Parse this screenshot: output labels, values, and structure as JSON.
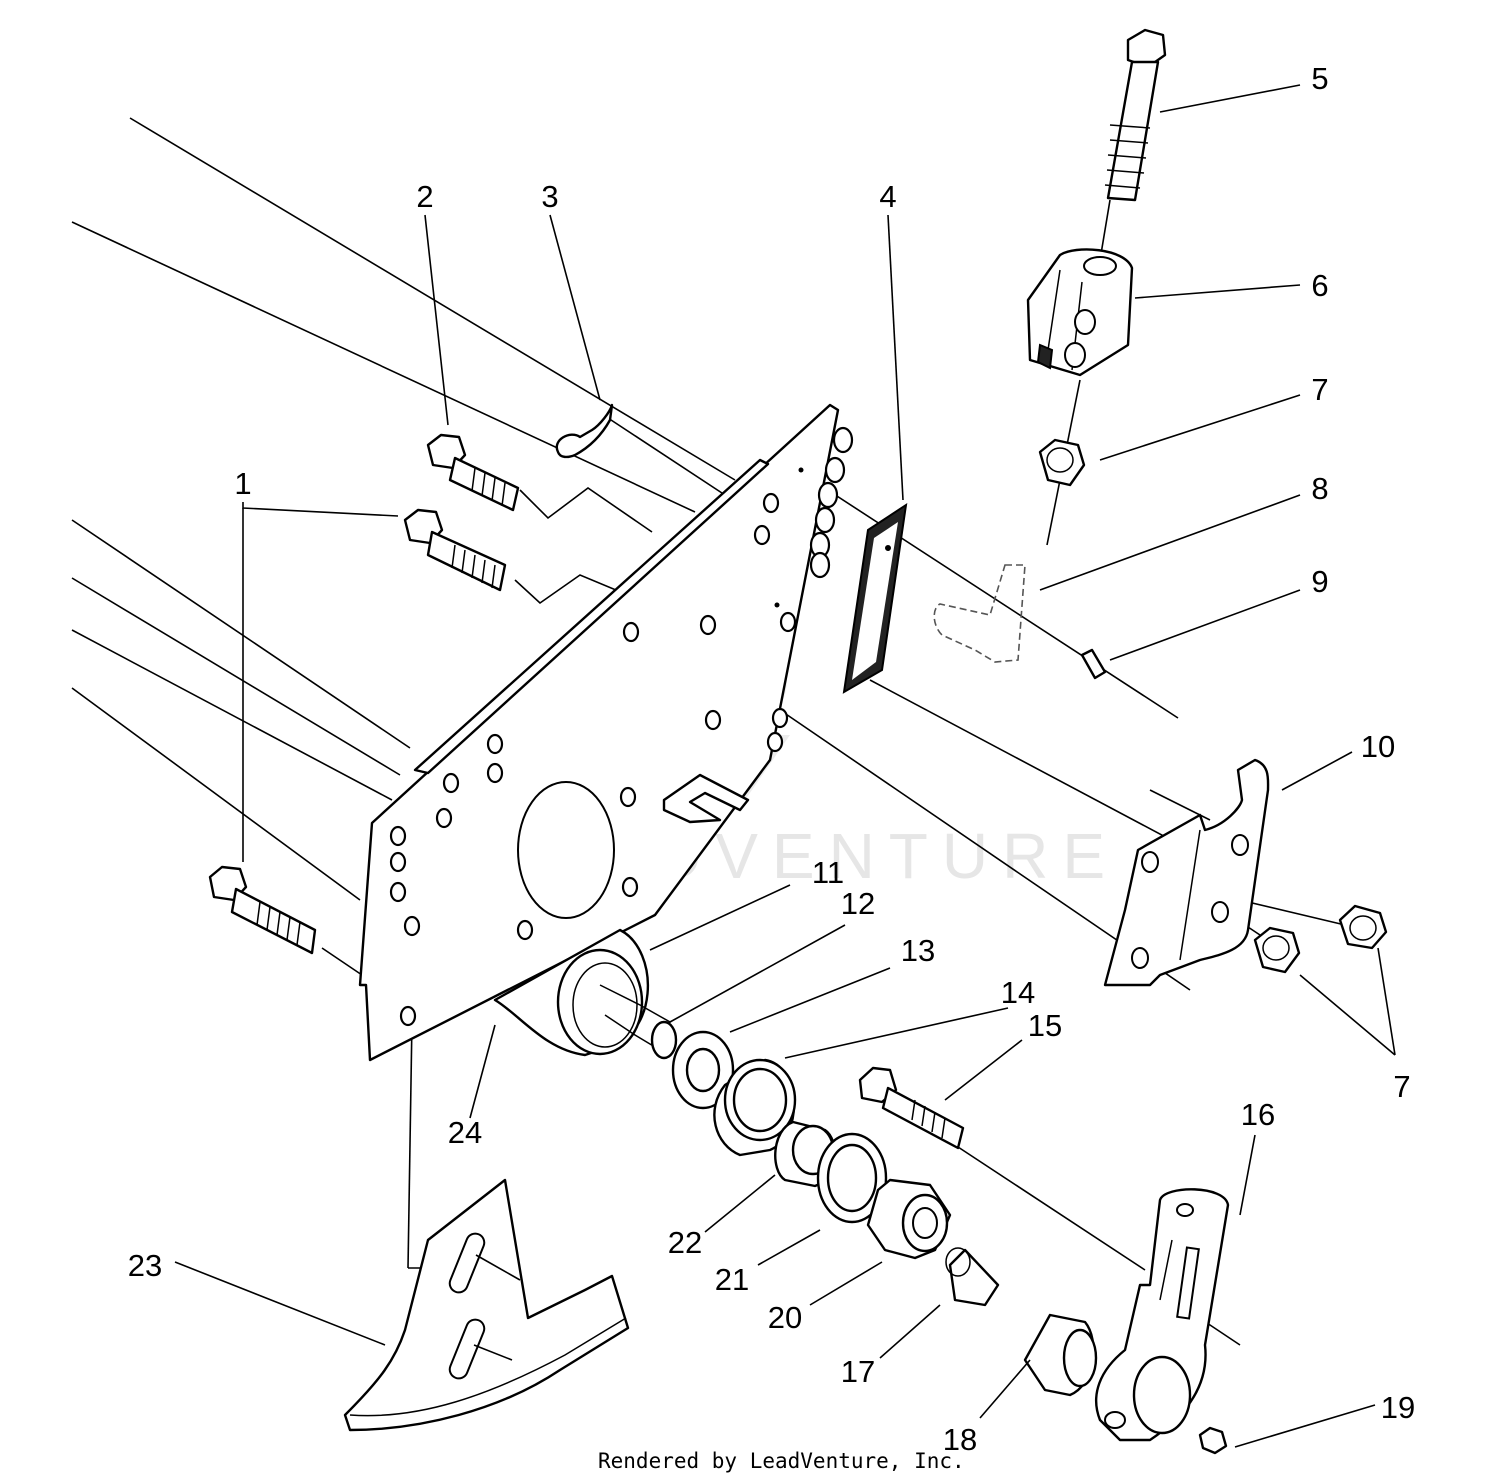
{
  "watermark": "LEADVENTURE",
  "footer": "Rendered by LeadVenture, Inc.",
  "callouts": [
    {
      "id": "1",
      "label": "1"
    },
    {
      "id": "2",
      "label": "2"
    },
    {
      "id": "3",
      "label": "3"
    },
    {
      "id": "4",
      "label": "4"
    },
    {
      "id": "5",
      "label": "5"
    },
    {
      "id": "6",
      "label": "6"
    },
    {
      "id": "7a",
      "label": "7"
    },
    {
      "id": "8",
      "label": "8"
    },
    {
      "id": "9",
      "label": "9"
    },
    {
      "id": "10",
      "label": "10"
    },
    {
      "id": "7b",
      "label": "7"
    },
    {
      "id": "11",
      "label": "11"
    },
    {
      "id": "12",
      "label": "12"
    },
    {
      "id": "13",
      "label": "13"
    },
    {
      "id": "14",
      "label": "14"
    },
    {
      "id": "15",
      "label": "15"
    },
    {
      "id": "16",
      "label": "16"
    },
    {
      "id": "24",
      "label": "24"
    },
    {
      "id": "22",
      "label": "22"
    },
    {
      "id": "21",
      "label": "21"
    },
    {
      "id": "20",
      "label": "20"
    },
    {
      "id": "23",
      "label": "23"
    },
    {
      "id": "17",
      "label": "17"
    },
    {
      "id": "18",
      "label": "18"
    },
    {
      "id": "19",
      "label": "19"
    }
  ]
}
